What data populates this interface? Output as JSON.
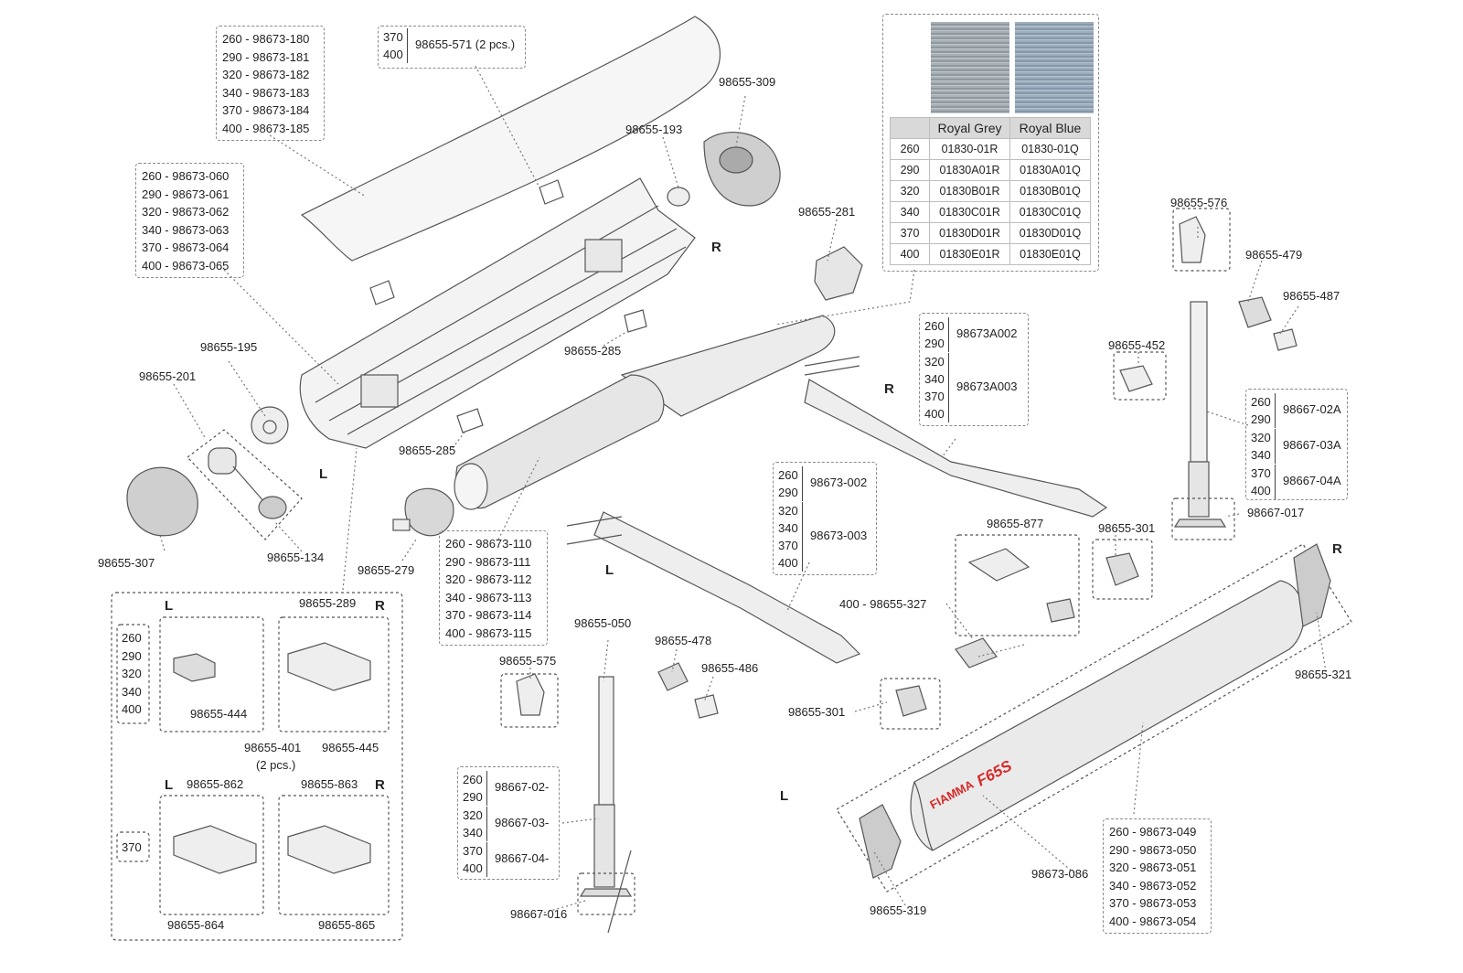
{
  "labels": {
    "cover_list": [
      "260 - 98673-180",
      "290 - 98673-181",
      "320 - 98673-182",
      "340 - 98673-183",
      "370 - 98673-184",
      "400 - 98673-185"
    ],
    "cassette_list": [
      "260 - 98673-060",
      "290 - 98673-061",
      "320 - 98673-062",
      "340 - 98673-063",
      "370 - 98673-064",
      "400 - 98673-065"
    ],
    "roller_list": [
      "260 - 98673-110",
      "290 - 98673-111",
      "320 - 98673-112",
      "340 - 98673-113",
      "370 - 98673-114",
      "400 - 98673-115"
    ],
    "front_list": [
      "260 - 98673-049",
      "290 - 98673-050",
      "320 - 98673-051",
      "340 - 98673-052",
      "370 - 98673-053",
      "400 - 98673-054"
    ],
    "bracket_sizes": [
      "370",
      "400"
    ],
    "bracket_code": "98655-571 (2 pcs.)",
    "arm_r_sizes_a": [
      "260",
      "290"
    ],
    "arm_r_code_a": "98673A002",
    "arm_r_sizes_b": [
      "320",
      "340",
      "370",
      "400"
    ],
    "arm_r_code_b": "98673A003",
    "arm_l_sizes_a": [
      "260",
      "290"
    ],
    "arm_l_code_a": "98673-002",
    "arm_l_sizes_b": [
      "320",
      "340",
      "370",
      "400"
    ],
    "arm_l_code_b": "98673-003",
    "leg_r_sizes_a": [
      "260",
      "290"
    ],
    "leg_r_code_a": "98667-02A",
    "leg_r_sizes_b": [
      "320",
      "340"
    ],
    "leg_r_code_b": "98667-03A",
    "leg_r_sizes_c": [
      "370",
      "400"
    ],
    "leg_r_code_c": "98667-04A",
    "leg_l_sizes_a": [
      "260",
      "290"
    ],
    "leg_l_code_a": "98667-02-",
    "leg_l_sizes_b": [
      "320",
      "340"
    ],
    "leg_l_code_b": "98667-03-",
    "leg_l_sizes_c": [
      "370",
      "400"
    ],
    "leg_l_code_c": "98667-04-",
    "inset_sizes": [
      "260",
      "290",
      "320",
      "340",
      "400"
    ],
    "inset_size_370": "370",
    "p309": "98655-309",
    "p193": "98655-193",
    "p281": "98655-281",
    "p285a": "98655-285",
    "p285b": "98655-285",
    "p195": "98655-195",
    "p201": "98655-201",
    "p307": "98655-307",
    "p134": "98655-134",
    "p279": "98655-279",
    "p289": "98655-289",
    "p444": "98655-444",
    "p401": "98655-401",
    "p401b": "(2 pcs.)",
    "p445": "98655-445",
    "p862": "98655-862",
    "p863": "98655-863",
    "p864": "98655-864",
    "p865": "98655-865",
    "p050": "98655-050",
    "p575": "98655-575",
    "p478": "98655-478",
    "p486": "98655-486",
    "p016": "98667-016",
    "p576": "98655-576",
    "p479": "98655-479",
    "p487": "98655-487",
    "p452": "98655-452",
    "p017": "98667-017",
    "p877": "98655-877",
    "p301a": "98655-301",
    "p301b": "98655-301",
    "p327": "400 - 98655-327",
    "p321": "98655-321",
    "p319": "98655-319",
    "p086": "98673-086",
    "L": "L",
    "R": "R",
    "brand": "FIAMMA",
    "model": "F65S"
  },
  "fabric_table": {
    "headers": [
      "",
      "Royal Grey",
      "Royal Blue"
    ],
    "rows": [
      [
        "260",
        "01830-01R",
        "01830-01Q"
      ],
      [
        "290",
        "01830A01R",
        "01830A01Q"
      ],
      [
        "320",
        "01830B01R",
        "01830B01Q"
      ],
      [
        "340",
        "01830C01R",
        "01830C01Q"
      ],
      [
        "370",
        "01830D01R",
        "01830D01Q"
      ],
      [
        "400",
        "01830E01R",
        "01830E01Q"
      ]
    ],
    "swatch_colors": [
      "#9aa3a8",
      "#8fa0b3"
    ]
  },
  "colors": {
    "line": "#555555",
    "fill": "#f2f2f2",
    "shade": "#cfcfcf",
    "accent": "#d62b2b"
  }
}
